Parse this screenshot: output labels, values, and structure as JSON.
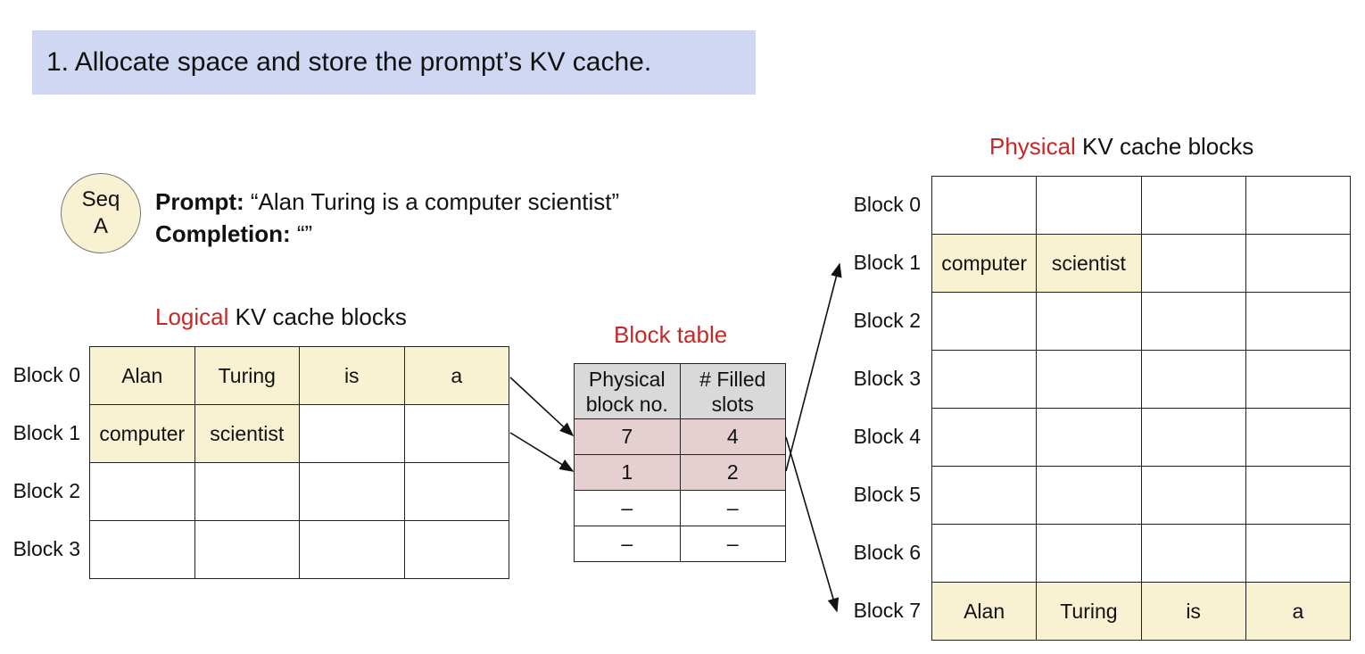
{
  "banner": {
    "text": "1. Allocate space and store the prompt’s KV cache."
  },
  "sequence": {
    "badge_line1": "Seq",
    "badge_line2": "A",
    "prompt_label": "Prompt:",
    "prompt_text": " “Alan Turing is a computer scientist”",
    "completion_label": "Completion:",
    "completion_text": " “”"
  },
  "logical": {
    "title_highlight": "Logical",
    "title_rest": " KV cache blocks",
    "rows": [
      {
        "label": "Block 0",
        "cells": [
          "Alan",
          "Turing",
          "is",
          "a"
        ]
      },
      {
        "label": "Block 1",
        "cells": [
          "computer",
          "scientist",
          "",
          ""
        ]
      },
      {
        "label": "Block 2",
        "cells": [
          "",
          "",
          "",
          ""
        ]
      },
      {
        "label": "Block 3",
        "cells": [
          "",
          "",
          "",
          ""
        ]
      }
    ]
  },
  "block_table": {
    "title": "Block table",
    "header": [
      "Physical\nblock no.",
      "# Filled\nslots"
    ],
    "rows": [
      [
        "7",
        "4"
      ],
      [
        "1",
        "2"
      ],
      [
        "–",
        "–"
      ],
      [
        "–",
        "–"
      ]
    ]
  },
  "physical": {
    "title_highlight": "Physical",
    "title_rest": " KV cache blocks",
    "rows": [
      {
        "label": "Block 0",
        "cells": [
          "",
          "",
          "",
          ""
        ]
      },
      {
        "label": "Block 1",
        "cells": [
          "computer",
          "scientist",
          "",
          ""
        ]
      },
      {
        "label": "Block 2",
        "cells": [
          "",
          "",
          "",
          ""
        ]
      },
      {
        "label": "Block 3",
        "cells": [
          "",
          "",
          "",
          ""
        ]
      },
      {
        "label": "Block 4",
        "cells": [
          "",
          "",
          "",
          ""
        ]
      },
      {
        "label": "Block 5",
        "cells": [
          "",
          "",
          "",
          ""
        ]
      },
      {
        "label": "Block 6",
        "cells": [
          "",
          "",
          "",
          ""
        ]
      },
      {
        "label": "Block 7",
        "cells": [
          "Alan",
          "Turing",
          "is",
          "a"
        ]
      }
    ]
  },
  "colors": {
    "banner": "#cfd7f3",
    "filled_token": "#f9f2d2",
    "table_header": "#d9d9d9",
    "table_hit": "#e6cfd1",
    "accent_red": "#c62828"
  }
}
